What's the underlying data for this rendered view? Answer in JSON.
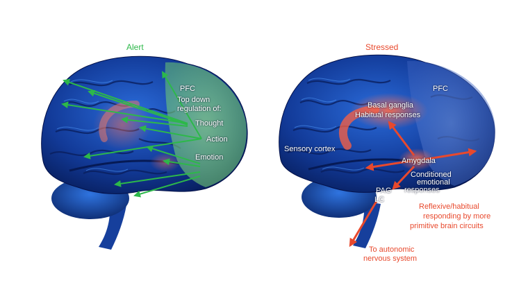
{
  "colors": {
    "alert": "#2db84a",
    "stressed": "#e8492d",
    "brain_dark": "#061a55",
    "brain_mid": "#1a4fb8",
    "brain_light": "#3f8cf0"
  },
  "left_panel": {
    "title": "Alert",
    "labels": {
      "pfc": "PFC",
      "top_down_1": "Top down",
      "top_down_2": "regulation of:",
      "thought": "Thought",
      "action": "Action",
      "emotion": "Emotion"
    }
  },
  "right_panel": {
    "title": "Stressed",
    "labels": {
      "pfc": "PFC",
      "basal_ganglia": "Basal ganglia",
      "habitual": "Habitual responses",
      "sensory": "Sensory cortex",
      "amygdala": "Amygdala",
      "conditioned_1": "Conditioned",
      "conditioned_2": "emotional",
      "conditioned_3": "responses",
      "pag": "PAG",
      "lc": "LC",
      "reflexive_1": "Reflexive/habitual",
      "reflexive_2": "responding by more",
      "reflexive_3": "primitive brain circuits",
      "autonomic_1": "To autonomic",
      "autonomic_2": "nervous system"
    }
  }
}
